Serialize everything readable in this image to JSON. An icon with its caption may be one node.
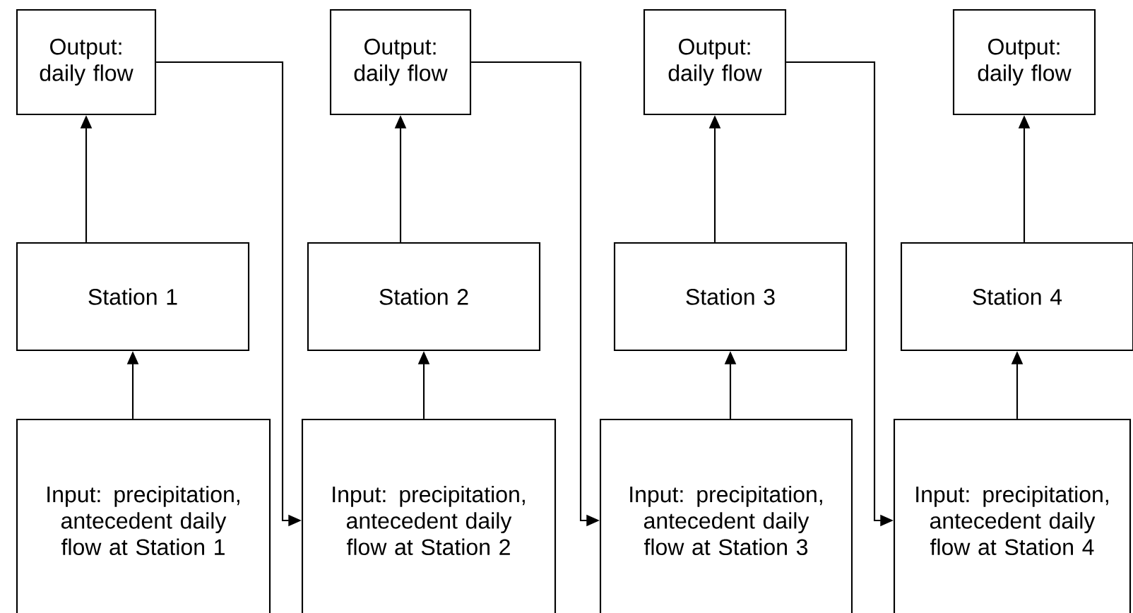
{
  "diagram": {
    "nodes": [
      {
        "text": [
          "Output: daily flow"
        ]
      },
      {
        "text": [
          "Output: daily flow"
        ]
      },
      {
        "text": [
          "Output: daily flow"
        ]
      },
      {
        "text": [
          "Output: daily flow"
        ]
      },
      {
        "text": [
          "Station 1"
        ]
      },
      {
        "text": [
          "Station 2"
        ]
      },
      {
        "text": [
          "Station 3"
        ]
      },
      {
        "text": [
          "Station 4"
        ]
      },
      {
        "text": [
          "Input: precipitation, antecedent daily flow at Station 1"
        ]
      },
      {
        "text": [
          "Input: precipitation, antecedent daily flow at Station 2"
        ]
      },
      {
        "text": [
          "Input: precipitation, antecedent daily flow at Station 3"
        ]
      },
      {
        "text": [
          "Input: precipitation, antecedent daily flow at Station 4"
        ]
      }
    ],
    "edges": [
      {
        "from": 8,
        "to": 4,
        "arrow": "to"
      },
      {
        "from": 4,
        "to": 0,
        "arrow": "to"
      },
      {
        "from": 9,
        "to": 5,
        "arrow": "to"
      },
      {
        "from": 5,
        "to": 1,
        "arrow": "to"
      },
      {
        "from": 10,
        "to": 6,
        "arrow": "to"
      },
      {
        "from": 6,
        "to": 2,
        "arrow": "to"
      },
      {
        "from": 11,
        "to": 7,
        "arrow": "to"
      },
      {
        "from": 7,
        "to": 3,
        "arrow": "to"
      },
      {
        "from": 0,
        "to": 9,
        "arrow": "to"
      },
      {
        "from": 1,
        "to": 10,
        "arrow": "to"
      },
      {
        "from": 2,
        "to": 11,
        "arrow": "to"
      }
    ]
  }
}
